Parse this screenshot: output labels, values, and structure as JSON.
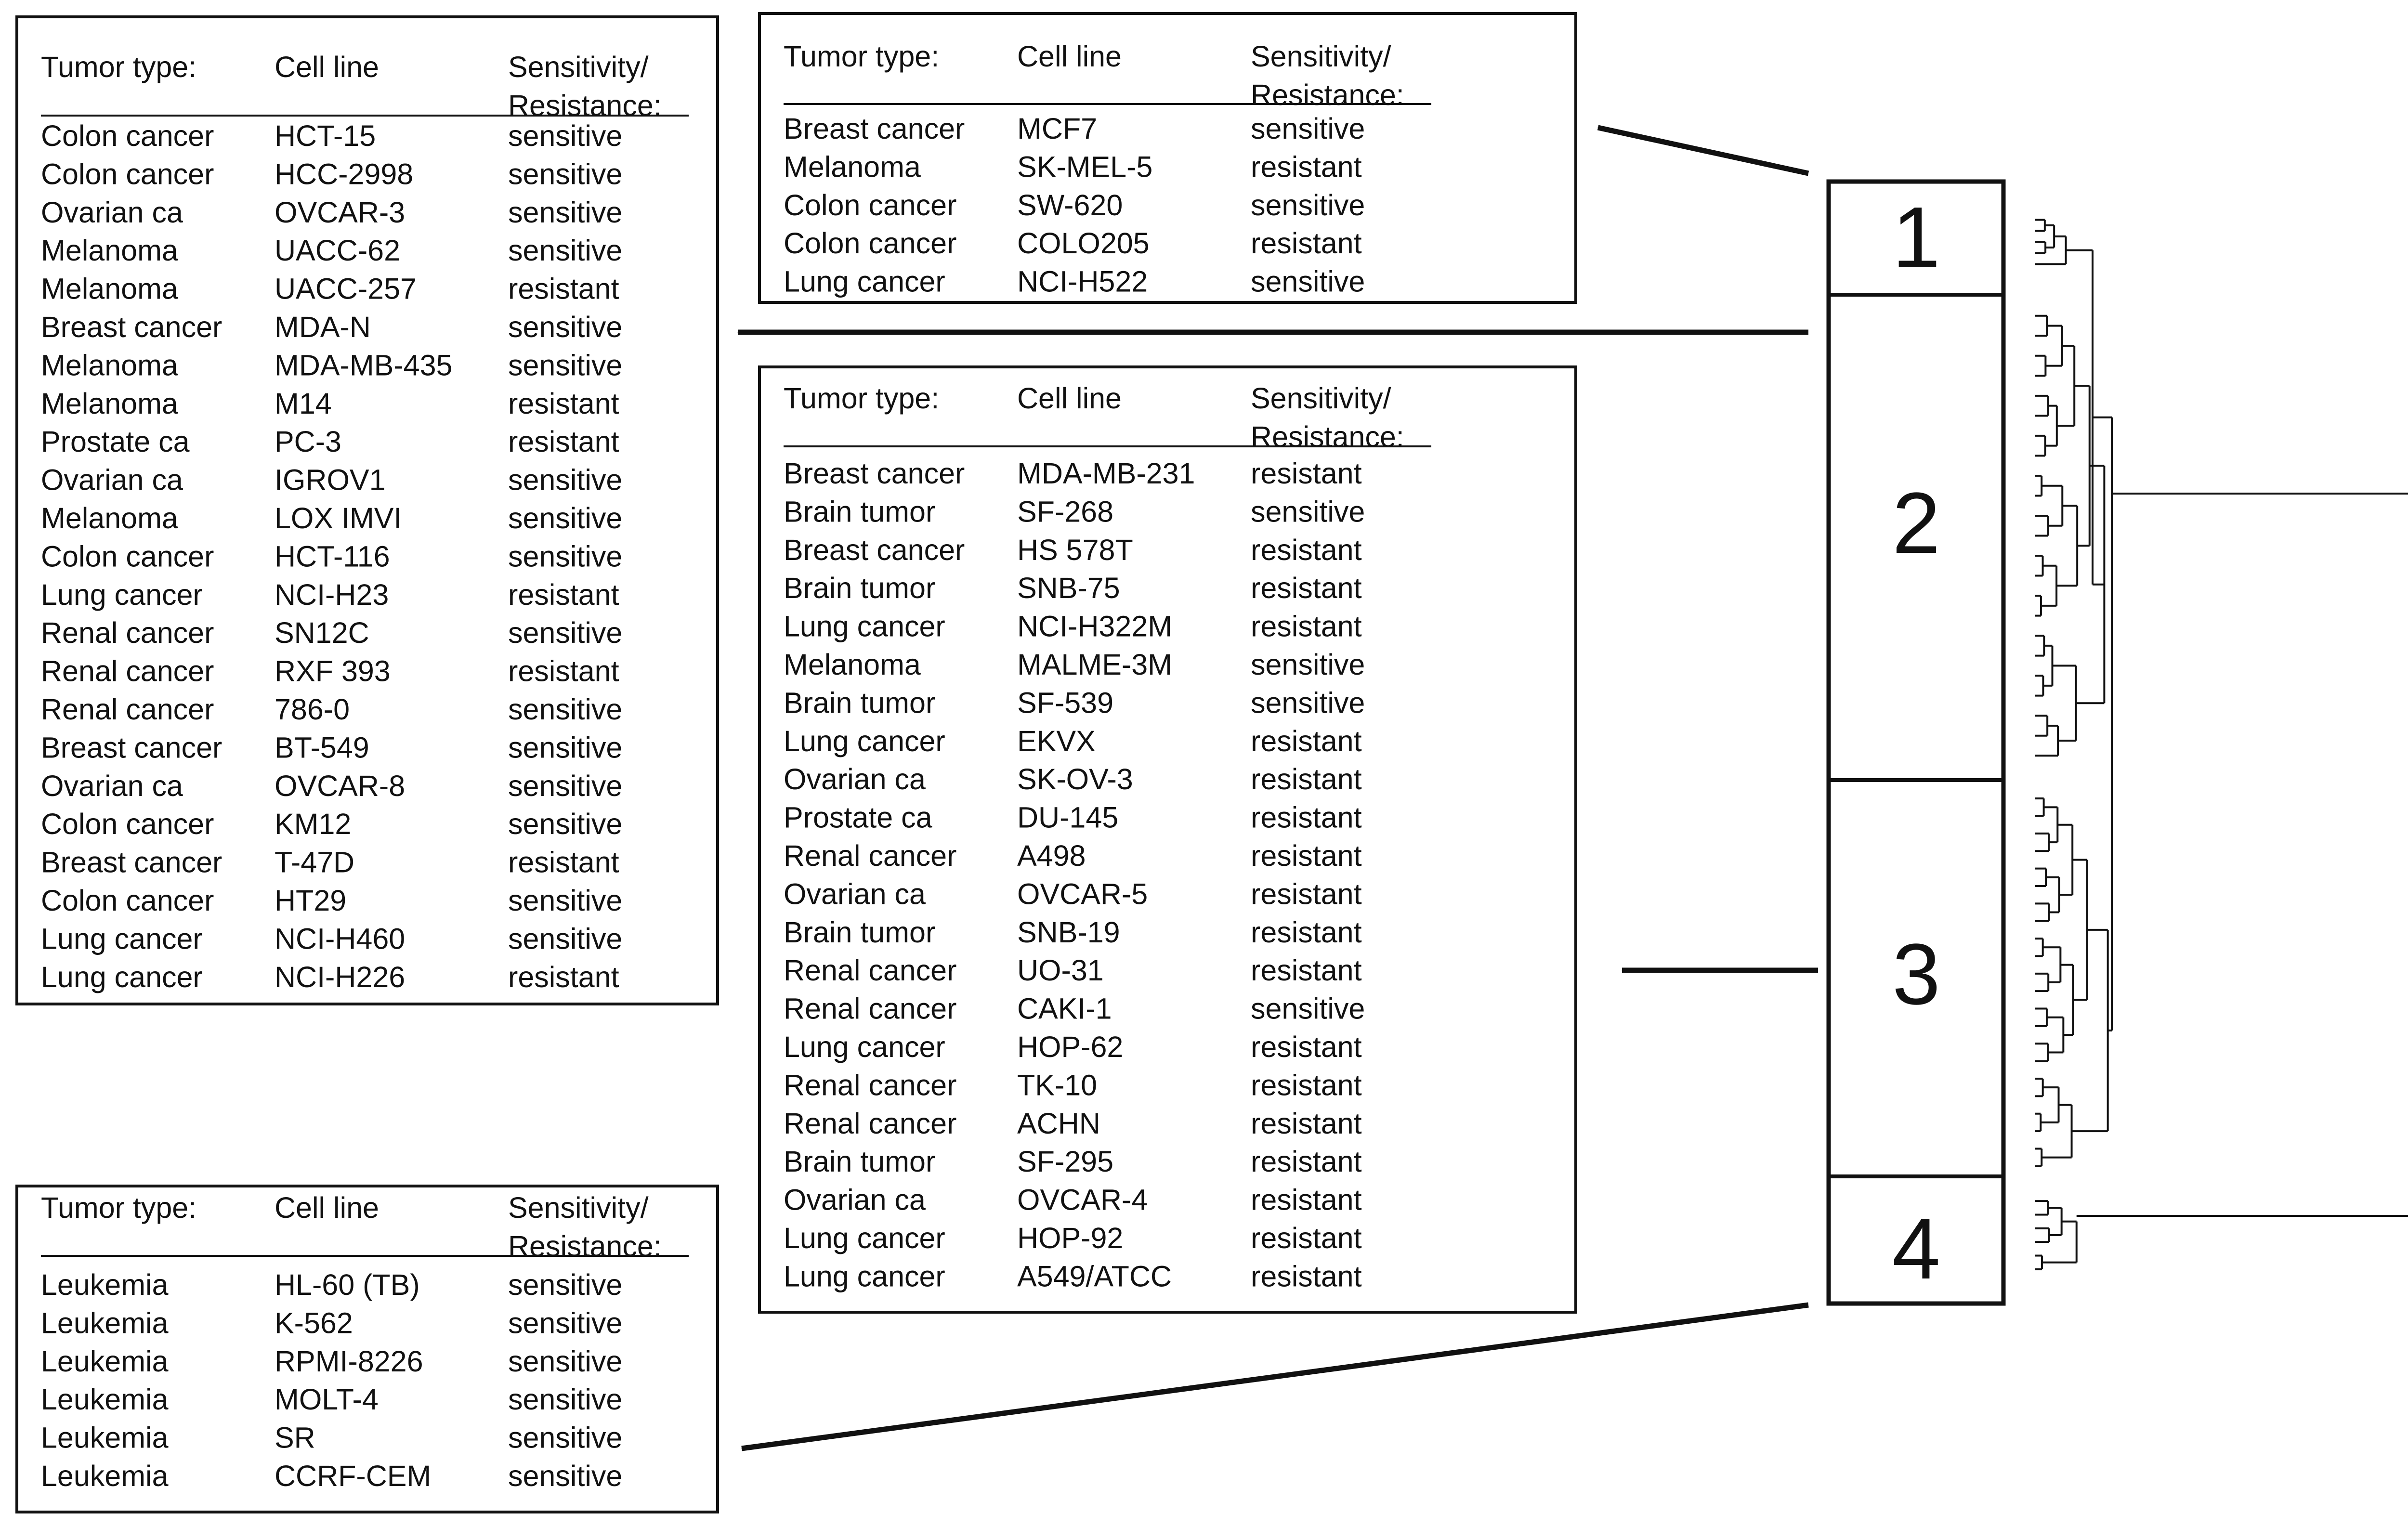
{
  "headers": {
    "tumor_type": "Tumor type:",
    "cell_line": "Cell line",
    "sensitivity_line1": "Sensitivity/",
    "sensitivity_line2": "Resistance:"
  },
  "clusters": [
    {
      "id": "1",
      "label": "1"
    },
    {
      "id": "2",
      "label": "2"
    },
    {
      "id": "3",
      "label": "3"
    },
    {
      "id": "4",
      "label": "4"
    }
  ],
  "tables": [
    {
      "cluster": "2",
      "rows": [
        [
          "Colon cancer",
          "HCT-15",
          "sensitive"
        ],
        [
          "Colon cancer",
          "HCC-2998",
          "sensitive"
        ],
        [
          "Ovarian ca",
          "OVCAR-3",
          "sensitive"
        ],
        [
          "Melanoma",
          "UACC-62",
          "sensitive"
        ],
        [
          "Melanoma",
          "UACC-257",
          "resistant"
        ],
        [
          "Breast cancer",
          "MDA-N",
          "sensitive"
        ],
        [
          "Melanoma",
          "MDA-MB-435",
          "sensitive"
        ],
        [
          "Melanoma",
          "M14",
          "resistant"
        ],
        [
          "Prostate ca",
          "PC-3",
          "resistant"
        ],
        [
          "Ovarian ca",
          "IGROV1",
          "sensitive"
        ],
        [
          "Melanoma",
          "LOX IMVI",
          "sensitive"
        ],
        [
          "Colon cancer",
          "HCT-116",
          "sensitive"
        ],
        [
          "Lung cancer",
          "NCI-H23",
          "resistant"
        ],
        [
          "Renal cancer",
          "SN12C",
          "sensitive"
        ],
        [
          "Renal cancer",
          "RXF 393",
          "resistant"
        ],
        [
          "Renal cancer",
          "786-0",
          "sensitive"
        ],
        [
          "Breast cancer",
          "BT-549",
          "sensitive"
        ],
        [
          "Ovarian ca",
          "OVCAR-8",
          "sensitive"
        ],
        [
          "Colon cancer",
          "KM12",
          "sensitive"
        ],
        [
          "Breast cancer",
          "T-47D",
          "resistant"
        ],
        [
          "Colon cancer",
          "HT29",
          "sensitive"
        ],
        [
          "Lung cancer",
          "NCI-H460",
          "sensitive"
        ],
        [
          "Lung cancer",
          "NCI-H226",
          "resistant"
        ]
      ]
    },
    {
      "cluster": "1",
      "rows": [
        [
          "Breast cancer",
          "MCF7",
          "sensitive"
        ],
        [
          "Melanoma",
          "SK-MEL-5",
          "resistant"
        ],
        [
          "Colon cancer",
          "SW-620",
          "sensitive"
        ],
        [
          "Colon cancer",
          "COLO205",
          "resistant"
        ],
        [
          "Lung cancer",
          "NCI-H522",
          "sensitive"
        ]
      ]
    },
    {
      "cluster": "3",
      "rows": [
        [
          "Breast cancer",
          "MDA-MB-231",
          "resistant"
        ],
        [
          "Brain tumor",
          "SF-268",
          "sensitive"
        ],
        [
          "Breast cancer",
          "HS 578T",
          "resistant"
        ],
        [
          "Brain tumor",
          "SNB-75",
          "resistant"
        ],
        [
          "Lung cancer",
          "NCI-H322M",
          "resistant"
        ],
        [
          "Melanoma",
          "MALME-3M",
          "sensitive"
        ],
        [
          "Brain tumor",
          "SF-539",
          "sensitive"
        ],
        [
          "Lung cancer",
          "EKVX",
          "resistant"
        ],
        [
          "Ovarian ca",
          "SK-OV-3",
          "resistant"
        ],
        [
          "Prostate ca",
          "DU-145",
          "resistant"
        ],
        [
          "Renal cancer",
          "A498",
          "resistant"
        ],
        [
          "Ovarian ca",
          "OVCAR-5",
          "resistant"
        ],
        [
          "Brain tumor",
          "SNB-19",
          "resistant"
        ],
        [
          "Renal cancer",
          "UO-31",
          "resistant"
        ],
        [
          "Renal cancer",
          "CAKI-1",
          "sensitive"
        ],
        [
          "Lung cancer",
          "HOP-62",
          "resistant"
        ],
        [
          "Renal cancer",
          "TK-10",
          "resistant"
        ],
        [
          "Renal cancer",
          "ACHN",
          "resistant"
        ],
        [
          "Brain tumor",
          "SF-295",
          "resistant"
        ],
        [
          "Ovarian ca",
          "OVCAR-4",
          "resistant"
        ],
        [
          "Lung cancer",
          "HOP-92",
          "resistant"
        ],
        [
          "Lung cancer",
          "A549/ATCC",
          "resistant"
        ]
      ]
    },
    {
      "cluster": "4",
      "rows": [
        [
          "Leukemia",
          "HL-60 (TB)",
          "sensitive"
        ],
        [
          "Leukemia",
          "K-562",
          "sensitive"
        ],
        [
          "Leukemia",
          "RPMI-8226",
          "sensitive"
        ],
        [
          "Leukemia",
          "MOLT-4",
          "sensitive"
        ],
        [
          "Leukemia",
          "SR",
          "sensitive"
        ],
        [
          "Leukemia",
          "CCRF-CEM",
          "sensitive"
        ]
      ]
    }
  ]
}
